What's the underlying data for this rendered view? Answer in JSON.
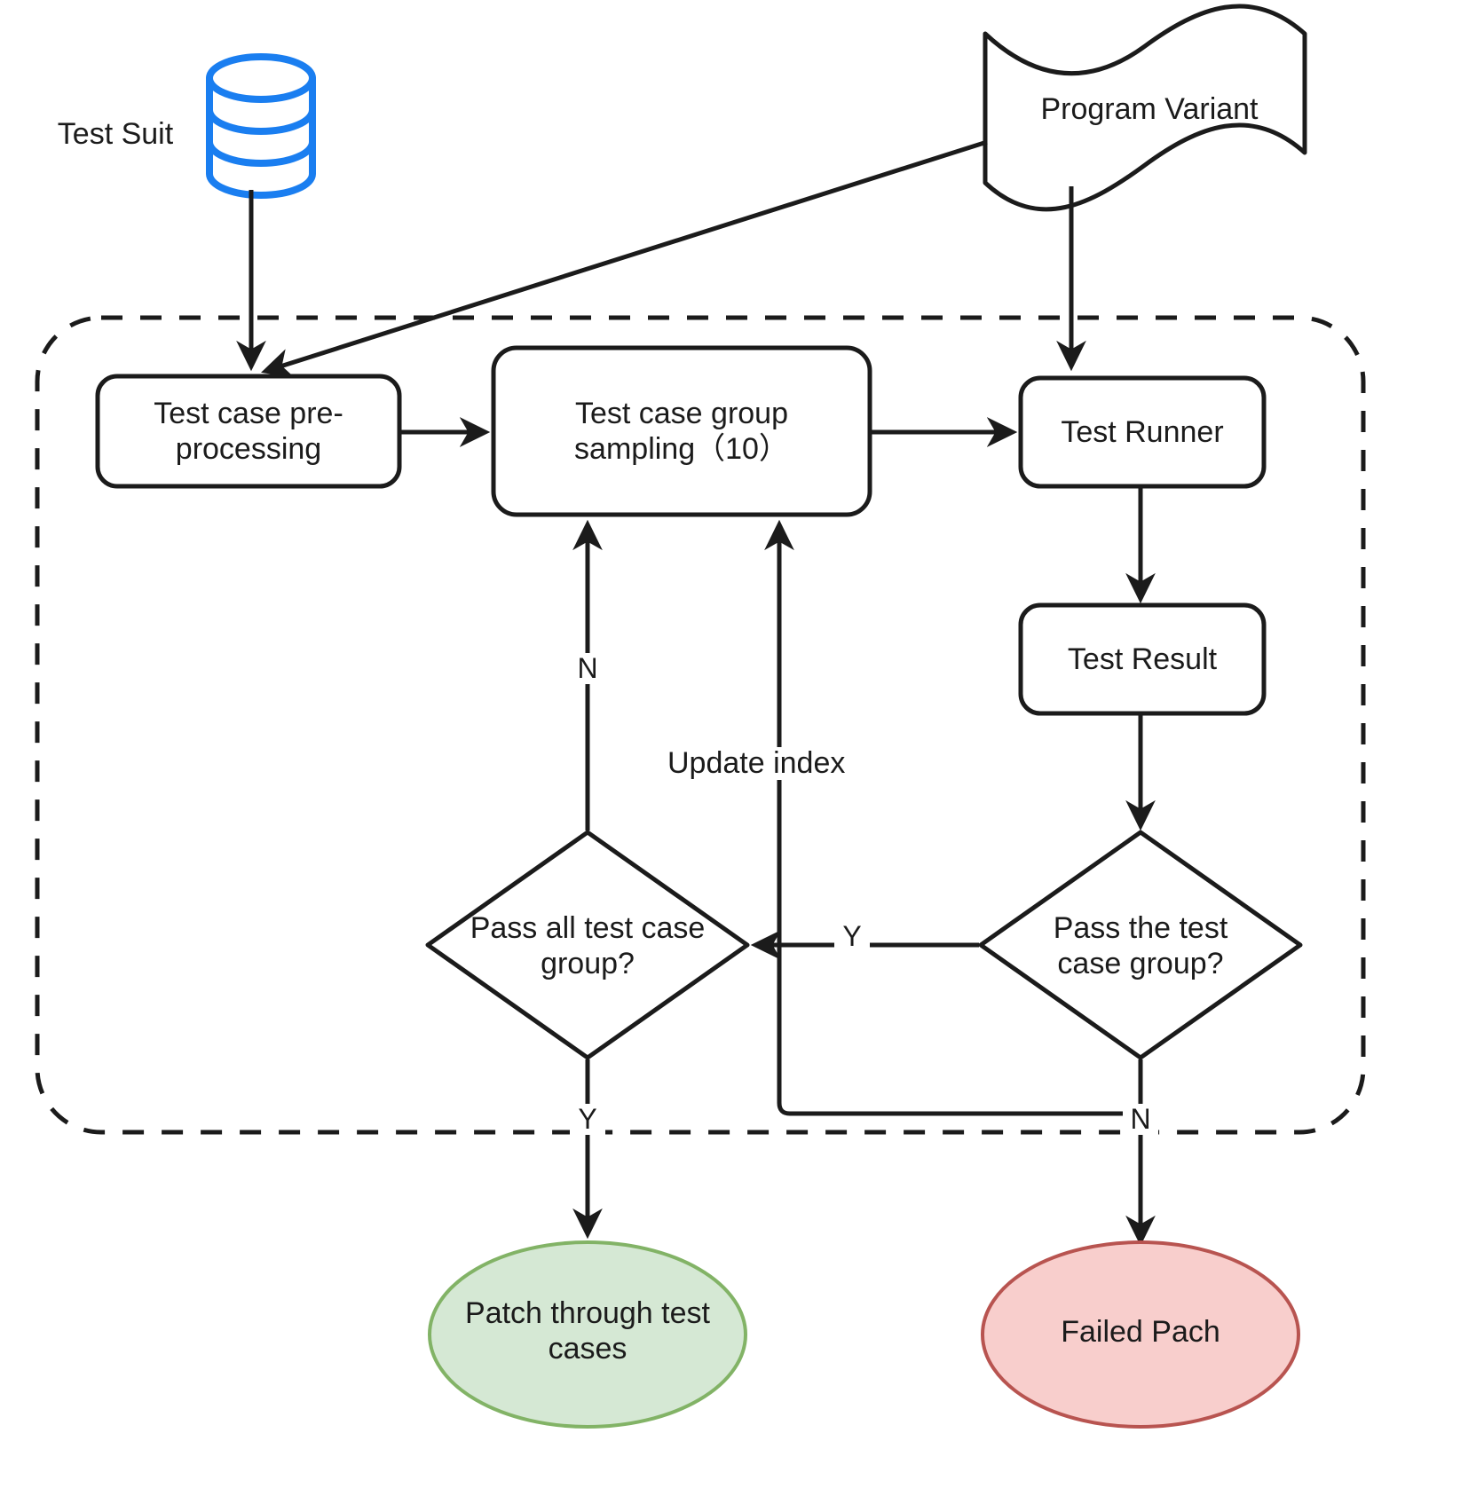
{
  "diagram": {
    "title": "Test case group sampling validation flow",
    "nodes": {
      "test_suite": {
        "label": "Test Suit",
        "shape": "cylinder",
        "stroke": "#1a7ef0",
        "fill": "#ffffff"
      },
      "program_variant": {
        "label": "Program Variant",
        "shape": "document-wave",
        "stroke": "#1b1b1b",
        "fill": "#ffffff"
      },
      "preprocessing": {
        "label": "Test case pre-\nprocessing",
        "shape": "rounded-rect",
        "stroke": "#1b1b1b",
        "fill": "#ffffff"
      },
      "sampling": {
        "label": "Test case group\nsampling（10）",
        "shape": "rounded-rect",
        "stroke": "#1b1b1b",
        "fill": "#ffffff"
      },
      "test_runner": {
        "label": "Test Runner",
        "shape": "rounded-rect",
        "stroke": "#1b1b1b",
        "fill": "#ffffff"
      },
      "test_result": {
        "label": "Test Result",
        "shape": "rounded-rect",
        "stroke": "#1b1b1b",
        "fill": "#ffffff"
      },
      "decision_all": {
        "label": "Pass all test case\ngroup?",
        "shape": "diamond",
        "stroke": "#1b1b1b",
        "fill": "#ffffff"
      },
      "decision_one": {
        "label": "Pass the test\ncase group?",
        "shape": "diamond",
        "stroke": "#1b1b1b",
        "fill": "#ffffff"
      },
      "patch_pass": {
        "label": "Patch through test\ncases",
        "shape": "ellipse",
        "stroke": "#82b366",
        "fill": "#d5e8d4"
      },
      "patch_fail": {
        "label": "Failed Pach",
        "shape": "ellipse",
        "stroke": "#b85450",
        "fill": "#f8cecc"
      }
    },
    "edge_labels": {
      "decision_all_no": "N",
      "decision_all_yes": "Y",
      "decision_one_yes": "Y",
      "decision_one_no": "N",
      "update_index": "Update index"
    },
    "container": {
      "style": "dashed-rounded-rect",
      "stroke": "#1b1b1b"
    },
    "colors": {
      "database_blue": "#1a7ef0",
      "stroke_black": "#1b1b1b",
      "green_fill": "#d5e8d4",
      "green_stroke": "#82b366",
      "red_fill": "#f8cecc",
      "red_stroke": "#b85450",
      "background": "#ffffff"
    }
  }
}
